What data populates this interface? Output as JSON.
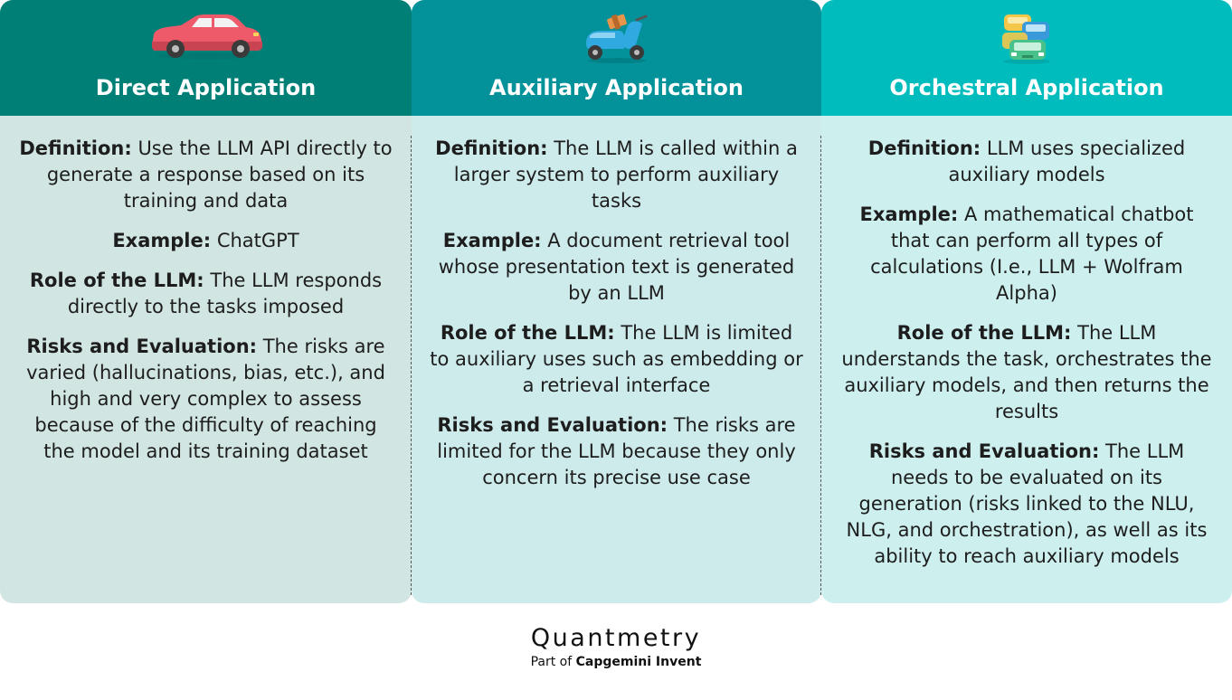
{
  "colors": {
    "direct_head": "#007f76",
    "direct_body": "#d1e6e2",
    "auxiliary_head": "#03929a",
    "auxiliary_body": "#ceebec",
    "orchestral_head": "#00bcbd",
    "orchestral_body": "#cdf0ef"
  },
  "columns": [
    {
      "title": "Direct Application",
      "icon": "car-icon",
      "entries": [
        {
          "label": "Definition:",
          "text": " Use the LLM API directly to generate a response based on its training and data"
        },
        {
          "label": "Example:",
          "text": " ChatGPT"
        },
        {
          "label": "Role of the LLM:",
          "text": " The LLM responds directly to the tasks imposed"
        },
        {
          "label": "Risks and Evaluation:",
          "text": " The risks are varied (hallucinations, bias, etc.), and high and very complex to assess because of the difficulty of reaching the model and its training dataset"
        }
      ]
    },
    {
      "title": "Auxiliary Application",
      "icon": "sidecar-motorcycle-icon",
      "entries": [
        {
          "label": "Definition:",
          "text": " The LLM is called within a larger system to perform auxiliary tasks"
        },
        {
          "label": "Example:",
          "text": " A document retrieval tool whose presentation text is generated by an LLM"
        },
        {
          "label": "Role of the LLM:",
          "text": " The LLM is limited to auxiliary uses such as embedding or a retrieval interface"
        },
        {
          "label": "Risks and Evaluation:",
          "text": " The risks are limited for the LLM because they only concern its precise use case"
        }
      ]
    },
    {
      "title": "Orchestral Application",
      "icon": "traffic-cars-icon",
      "entries": [
        {
          "label": "Definition:",
          "text": " LLM uses specialized auxiliary models"
        },
        {
          "label": "Example:",
          "text": " A mathematical chatbot that can perform all types of calculations (I.e., LLM + Wolfram Alpha)"
        },
        {
          "label": "Role of the LLM:",
          "text": " The LLM understands the task, orchestrates the auxiliary models, and then returns the results"
        },
        {
          "label": "Risks and Evaluation:",
          "text": " The LLM needs to be evaluated on its generation (risks linked to the NLU, NLG, and orchestration), as well as its ability to reach auxiliary models"
        }
      ]
    }
  ],
  "footer": {
    "brand": "Quantmetry",
    "sub_prefix": "Part of ",
    "sub_brand": "Capgemini Invent"
  }
}
